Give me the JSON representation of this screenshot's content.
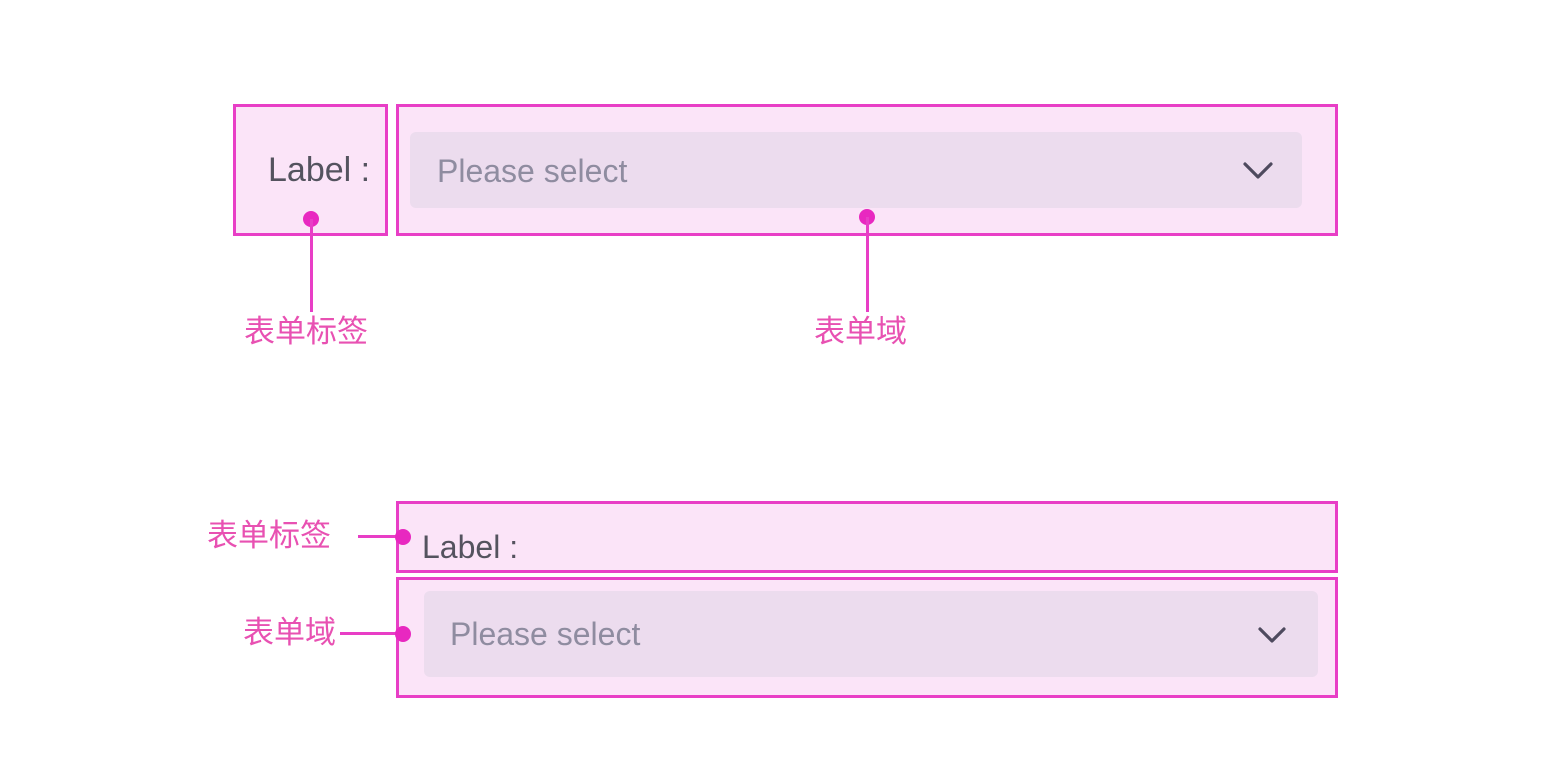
{
  "accent": {
    "border": "#e83ec6",
    "fill": "#fbe4f8",
    "field_fill": "#ecdcee",
    "annotation_text": "#e851b2",
    "dot": "#e828c0",
    "label_text": "#54535f",
    "placeholder_text": "#8f8ca0"
  },
  "inline_form": {
    "label": {
      "text": "Label :"
    },
    "field": {
      "placeholder": "Please select",
      "dropdown_icon": "chevron-down-icon"
    },
    "annotations": {
      "label_callout": "表单标签",
      "field_callout": "表单域"
    }
  },
  "stacked_form": {
    "label": {
      "text": "Label :"
    },
    "field": {
      "placeholder": "Please select",
      "dropdown_icon": "chevron-down-icon"
    },
    "annotations": {
      "label_callout": "表单标签",
      "field_callout": "表单域"
    }
  }
}
